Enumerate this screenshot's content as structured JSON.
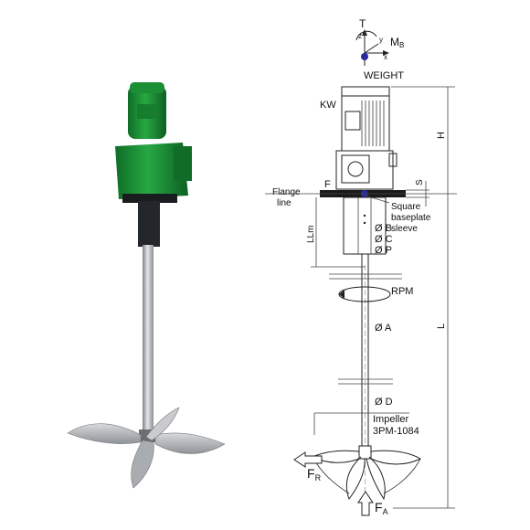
{
  "diagram": {
    "labels": {
      "thrust": "T",
      "axis_z": "z",
      "axis_y": "y",
      "axis_x": "x",
      "moment": "M",
      "moment_sub": "B",
      "weight": "WEIGHT",
      "motor_power": "KW",
      "height": "H",
      "flange": "F",
      "flange_line_1": "Flange",
      "flange_line_2": "line",
      "s_dim": "S",
      "baseplate_1": "Square",
      "baseplate_2": "baseplate",
      "baseplate_3": "sleeve",
      "llm": "LLm",
      "dia_b": "Ø B",
      "dia_c": "Ø C",
      "dia_p": "Ø P",
      "rpm": "RPM",
      "dia_a": "Ø A",
      "length": "L",
      "dia_d": "Ø D",
      "impeller_1": "Impeller",
      "impeller_2": "3PM-1084",
      "radial_force": "F",
      "radial_sub": "R",
      "axial_force": "F",
      "axial_sub": "A"
    },
    "colors": {
      "motor_green": "#1f9a3a",
      "motor_dark": "#11742a",
      "steel": "#b9bcc0",
      "shaft_dark": "#3a3f44",
      "marker_blue": "#2a2aa0"
    }
  }
}
